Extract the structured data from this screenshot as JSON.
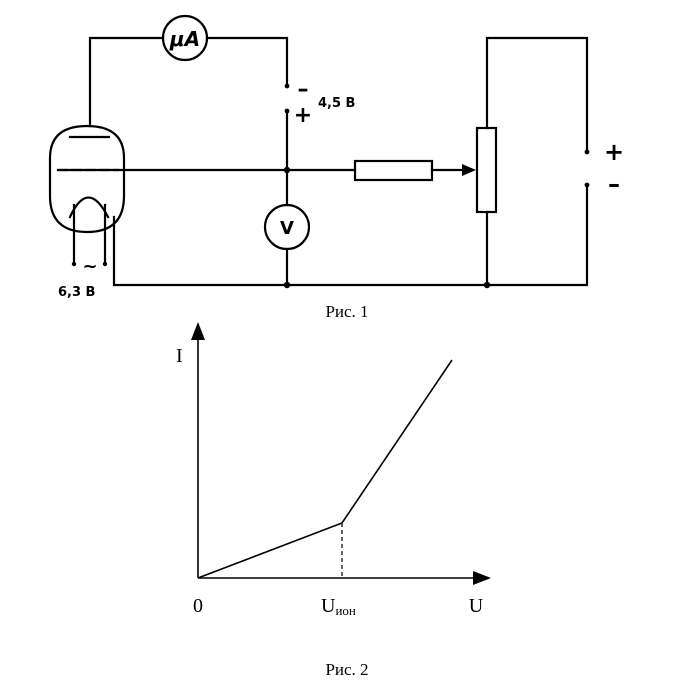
{
  "circuit": {
    "microammeter_label": "μA",
    "voltmeter_label": "V",
    "battery_minus": "–",
    "battery_plus": "+",
    "battery_voltage": "4,5 В",
    "source_plus": "+",
    "source_minus": "–",
    "heater_voltage": "6,3 В",
    "heater_symbol": "~",
    "caption": "Рис. 1"
  },
  "graph": {
    "y_label": "I",
    "x_label": "U",
    "origin_label": "0",
    "uion_main": "U",
    "uion_sub": "ион",
    "caption": "Рис. 2"
  }
}
